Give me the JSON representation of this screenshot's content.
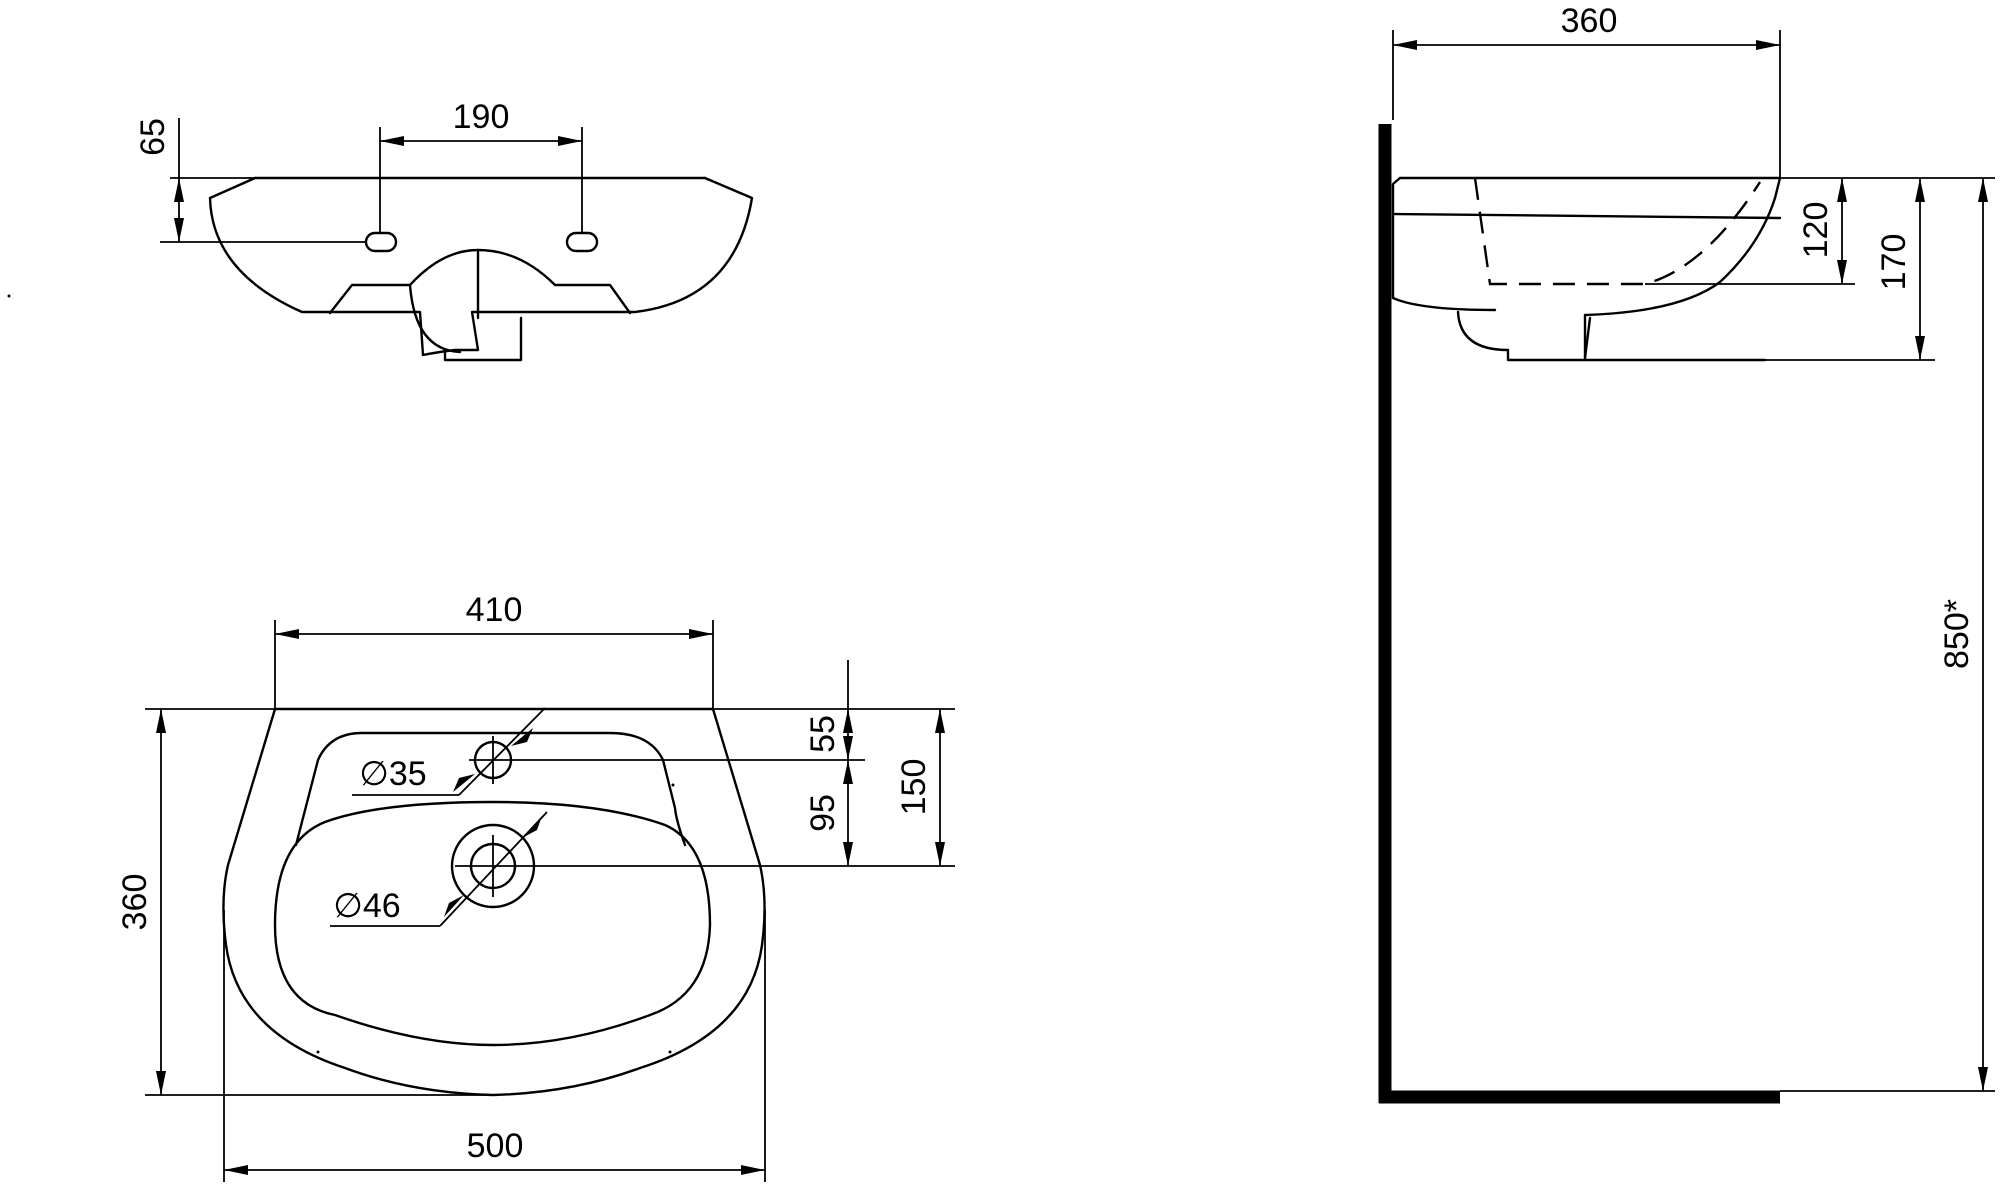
{
  "front_view": {
    "dims": {
      "height_top": "65",
      "tap_holes": "190"
    }
  },
  "plan_view": {
    "dims": {
      "inner_width": "410",
      "outer_width": "500",
      "depth": "360",
      "tap_hole_dia": "∅35",
      "waste_dia": "∅46",
      "tap_offset": "55",
      "waste_gap": "95",
      "waste_offset": "150"
    }
  },
  "side_view": {
    "dims": {
      "depth": "360",
      "bowl_depth": "120",
      "overall_height": "170",
      "mount_height": "850*"
    }
  }
}
